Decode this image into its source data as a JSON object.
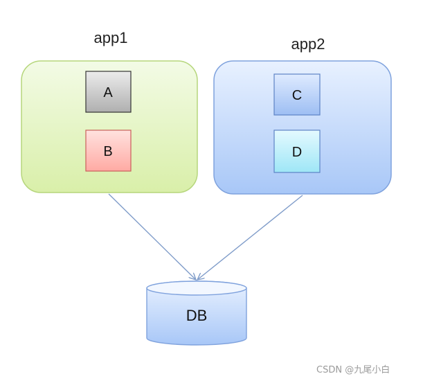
{
  "diagram": {
    "app1": {
      "title": "app1",
      "components": [
        "A",
        "B"
      ]
    },
    "app2": {
      "title": "app2",
      "components": [
        "C",
        "D"
      ]
    },
    "database": {
      "label": "DB"
    },
    "connections": [
      {
        "from": "app1",
        "to": "DB"
      },
      {
        "from": "app2",
        "to": "DB"
      }
    ]
  },
  "colors": {
    "app1_fill_top": "#F3FBE6",
    "app1_fill_bottom": "#D9EFA9",
    "app1_stroke": "#B6D67C",
    "app2_fill_top": "#E8F1FF",
    "app2_fill_bottom": "#A8C7F7",
    "app2_stroke": "#7FA2DD",
    "box_a": "#BDBDBD",
    "box_b": "#FFC1BC",
    "box_c": "#BDD6FA",
    "box_d": "#BFF1FB",
    "arrow": "#7F9CC9",
    "db_fill": "#BBD3F7"
  },
  "watermark": {
    "text": "CSDN @九尾小白"
  }
}
